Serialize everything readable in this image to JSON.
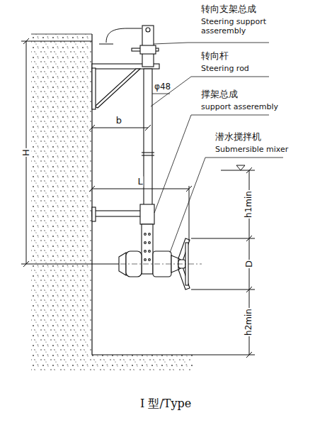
{
  "diagram": {
    "caption": "I 型/Type",
    "labels": [
      "转向支架总成",
      "Steering support asserembly",
      "转向杆",
      "Steering rod",
      "φ48",
      "撑架总成",
      "support asserembly",
      "潜水搅拌机",
      "Submersible mixer",
      "H",
      "b",
      "L",
      "h1min",
      "D",
      "h2min"
    ]
  }
}
